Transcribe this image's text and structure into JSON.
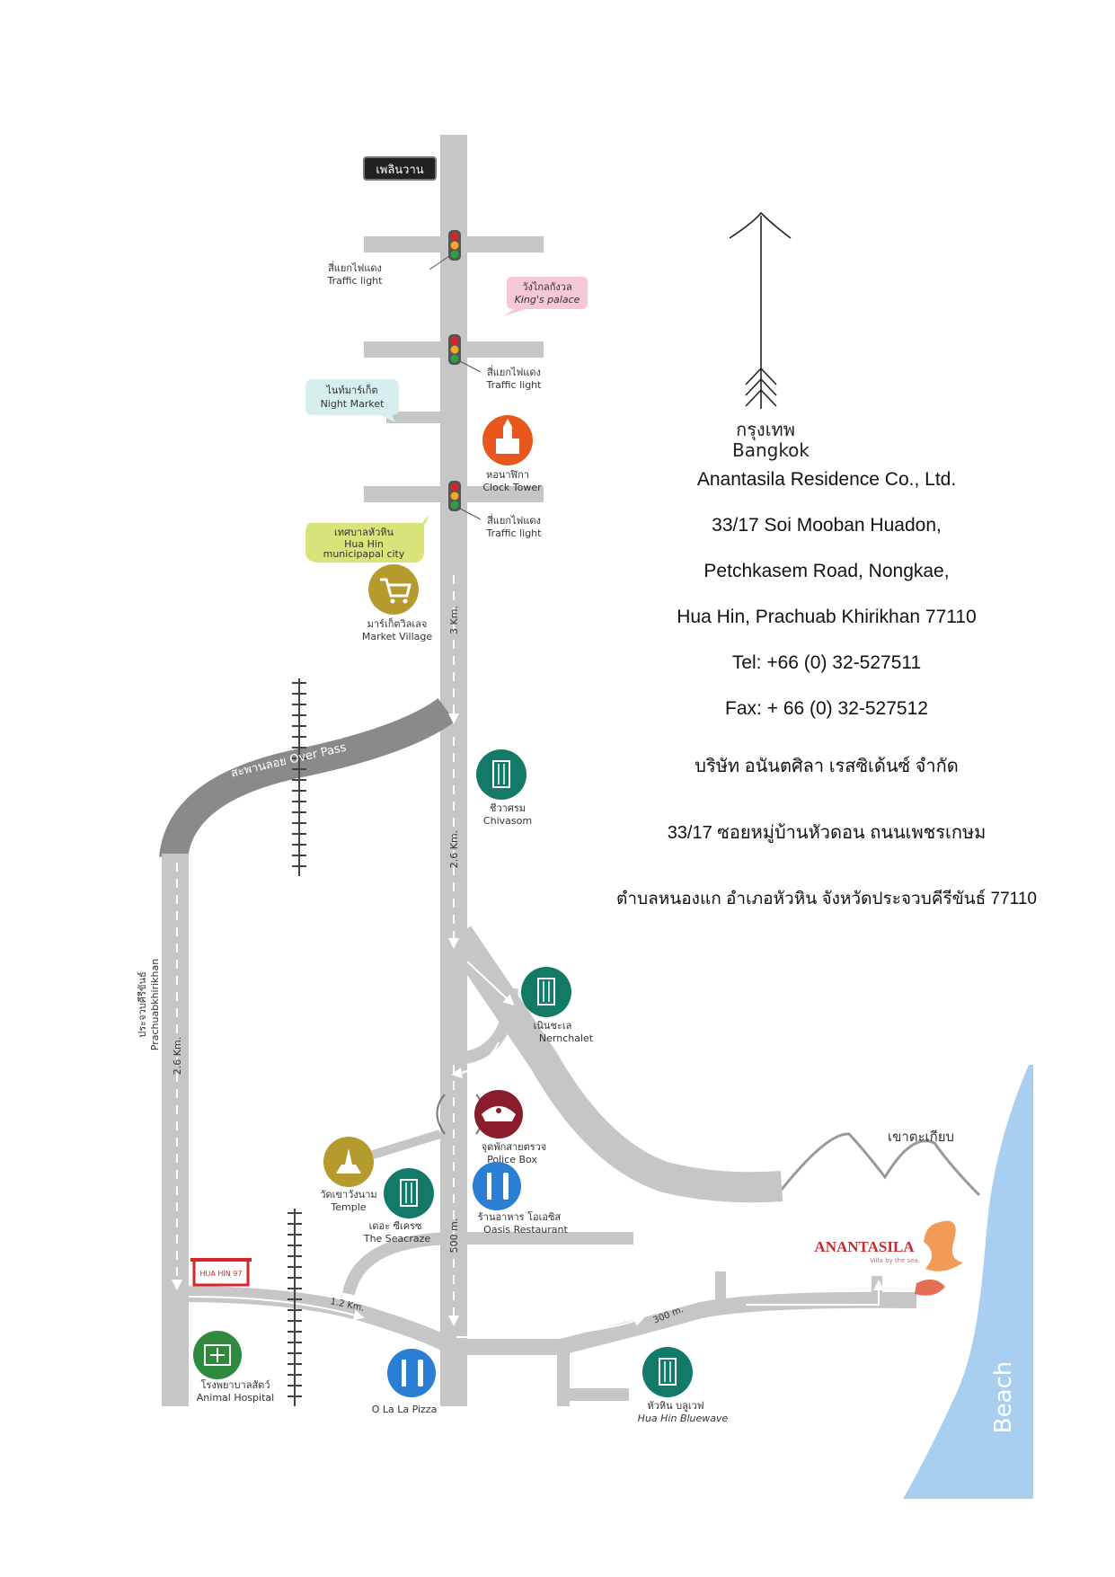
{
  "road_sign": "เพลินวาน",
  "traffic_light_1": {
    "th": "สี่แยกไฟแดง",
    "en": "Traffic light"
  },
  "traffic_light_2": {
    "th": "สี่แยกไฟแดง",
    "en": "Traffic light"
  },
  "traffic_light_3": {
    "th": "สี่แยกไฟแดง",
    "en": "Traffic light"
  },
  "kings_palace": {
    "th": "วังไกลกังวล",
    "en": "King's palace"
  },
  "night_market": {
    "th": "ไนท์มาร์เก็ต",
    "en": "Night Market"
  },
  "clock_tower": {
    "th": "หอนาฬิกา",
    "en": "Clock Tower"
  },
  "municipal_city": {
    "th": "เทศบาลหัวหิน",
    "en1": "Hua Hin",
    "en2": "municipapal city"
  },
  "market_village": {
    "th": "มาร์เก็ตวิลเลจ",
    "en": "Market Village"
  },
  "overpass": "สะพานลอย Over Pass",
  "chivasom": {
    "th": "ชีวาศรม",
    "en": "Chivasom"
  },
  "nernchalet": {
    "th": "เนินชะเล",
    "en": "Nernchalet"
  },
  "police_box": {
    "th": "จุดพักสายตรวจ",
    "en": "Police Box"
  },
  "temple": {
    "th": "วัดเขาวังนาม",
    "en": "Temple"
  },
  "seacraze": {
    "th": "เดอะ ซีเครซ",
    "en": "The Seacraze"
  },
  "oasis": {
    "th": "ร้านอาหาร โอเอซิส",
    "en": "Oasis Restaurant"
  },
  "hua_hin_97": "HUA HIN 97",
  "animal_hospital": {
    "th": "โรงพยาบาลสัตว์",
    "en": "Animal Hospital"
  },
  "olala_pizza": "O La La Pizza",
  "bluewave": {
    "th": "หัวหิน บลูเวฟ",
    "en": "Hua Hin Bluewave"
  },
  "mountain": "เขาตะเกียบ",
  "beach": "Beach",
  "brand": {
    "name": "ANANTASILA",
    "tagline": "Villa by the sea"
  },
  "prachuab": {
    "th": "ประจวบคีรีขันธ์",
    "en": "Prachuabkhirikhan"
  },
  "distances": {
    "d3km": "3 Km.",
    "d26km_main": "2.6 Km.",
    "d26km_side": "2.6 Km.",
    "d500m": "500 m.",
    "d12km": "1.2 Km.",
    "d300m": "300 m."
  },
  "bangkok": {
    "th": "กรุงเทพ",
    "en": "Bangkok"
  },
  "address": {
    "company_en": "Anantasila Residence Co., Ltd.",
    "line1_en": "33/17 Soi Mooban Huadon,",
    "line2_en": "Petchkasem Road, Nongkae,",
    "line3_en": "Hua Hin, Prachuab Khirikhan 77110",
    "tel": "Tel: +66 (0) 32-527511",
    "fax": "Fax: + 66 (0) 32-527512",
    "company_th": "บริษัท อนันตศิลา เรสซิเด้นซ์ จำกัด",
    "line1_th": "33/17 ซอยหมู่บ้านหัวดอน ถนนเพชรเกษม",
    "line2_th": "ตำบลหนองแก อำเภอหัวหิน จังหวัดประจวบคีรีขันธ์ 77110"
  },
  "colors": {
    "road": "#c6c6c6",
    "overpass": "#8a8a8a",
    "sea": "#a8cff0",
    "teal": "#137a6a",
    "orange": "#e8581e",
    "olive": "#b59a2d",
    "blue": "#2a7fd4",
    "maroon": "#8a1c2c",
    "red": "#d9232a",
    "green": "#2f8a3e"
  }
}
